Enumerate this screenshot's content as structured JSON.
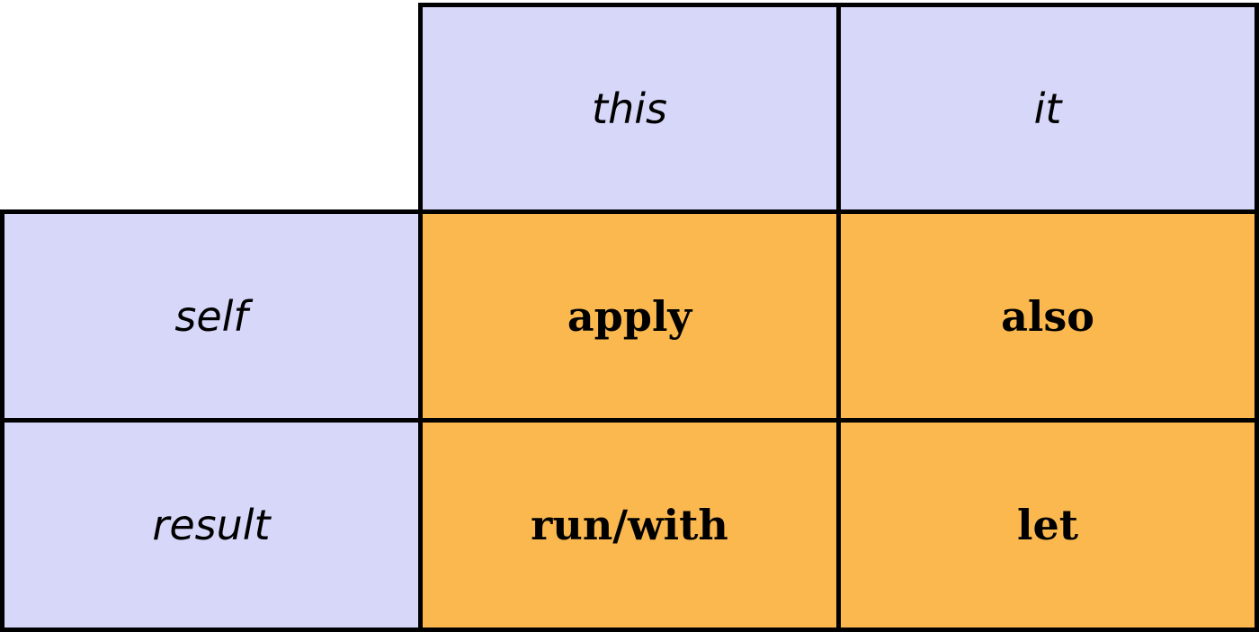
{
  "colors": {
    "header_fill": "#d7d7fa",
    "value_fill": "#fbb84e",
    "border": "#000000"
  },
  "columns": {
    "this": "this",
    "it": "it"
  },
  "rows": {
    "self": "self",
    "result": "result"
  },
  "cells": {
    "self_this": "apply",
    "self_it": "also",
    "result_this": "run/with",
    "result_it": "let"
  }
}
